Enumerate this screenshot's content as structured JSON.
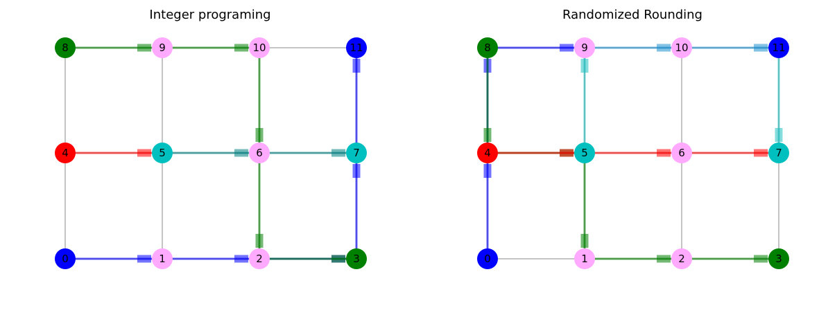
{
  "figure": {
    "panels": [
      {
        "id": "integer",
        "title": "Integer programing",
        "grid_edges": [
          [
            0,
            1
          ],
          [
            1,
            2
          ],
          [
            2,
            3
          ],
          [
            4,
            5
          ],
          [
            5,
            6
          ],
          [
            6,
            7
          ],
          [
            8,
            9
          ],
          [
            9,
            10
          ],
          [
            10,
            11
          ],
          [
            0,
            4
          ],
          [
            4,
            8
          ],
          [
            1,
            5
          ],
          [
            5,
            9
          ],
          [
            2,
            6
          ],
          [
            6,
            10
          ],
          [
            3,
            7
          ],
          [
            7,
            11
          ]
        ],
        "node_colors": {
          "0": "#0000ff",
          "1": "#ffaaff",
          "2": "#ffaaff",
          "3": "#008000",
          "4": "#ff0000",
          "5": "#00bfbf",
          "6": "#ffaaff",
          "7": "#00bfbf",
          "8": "#008000",
          "9": "#ffaaff",
          "10": "#ffaaff",
          "11": "#0000ff"
        },
        "paths": [
          {
            "color": "#0000ff",
            "edges": [
              [
                0,
                1
              ],
              [
                1,
                2
              ],
              [
                2,
                3
              ],
              [
                3,
                7
              ],
              [
                7,
                11
              ]
            ]
          },
          {
            "color": "#008000",
            "edges": [
              [
                8,
                9
              ],
              [
                9,
                10
              ],
              [
                10,
                6
              ],
              [
                6,
                2
              ],
              [
                2,
                3
              ]
            ]
          },
          {
            "color": "#ff0000",
            "edges": [
              [
                4,
                5
              ]
            ]
          },
          {
            "color": "#008080",
            "edges": [
              [
                5,
                6
              ],
              [
                6,
                7
              ]
            ]
          }
        ]
      },
      {
        "id": "rounding",
        "title": "Randomized Rounding",
        "grid_edges": [
          [
            0,
            1
          ],
          [
            1,
            2
          ],
          [
            2,
            3
          ],
          [
            4,
            5
          ],
          [
            5,
            6
          ],
          [
            6,
            7
          ],
          [
            8,
            9
          ],
          [
            9,
            10
          ],
          [
            10,
            11
          ],
          [
            0,
            4
          ],
          [
            4,
            8
          ],
          [
            1,
            5
          ],
          [
            5,
            9
          ],
          [
            2,
            6
          ],
          [
            6,
            10
          ],
          [
            3,
            7
          ],
          [
            7,
            11
          ]
        ],
        "node_colors": {
          "0": "#0000ff",
          "1": "#ffaaff",
          "2": "#ffaaff",
          "3": "#008000",
          "4": "#ff0000",
          "5": "#00bfbf",
          "6": "#ffaaff",
          "7": "#00bfbf",
          "8": "#008000",
          "9": "#ffaaff",
          "10": "#ffaaff",
          "11": "#0000ff"
        },
        "paths": [
          {
            "color": "#0000ff",
            "edges": [
              [
                0,
                4
              ],
              [
                4,
                8
              ],
              [
                8,
                9
              ]
            ]
          },
          {
            "color": "#008000",
            "edges": [
              [
                8,
                4
              ],
              [
                4,
                5
              ],
              [
                5,
                1
              ],
              [
                1,
                2
              ],
              [
                2,
                3
              ]
            ]
          },
          {
            "color": "#ff0000",
            "edges": [
              [
                4,
                5
              ],
              [
                5,
                6
              ],
              [
                6,
                7
              ]
            ]
          },
          {
            "color": "#1a8fd0",
            "edges": [
              [
                9,
                10
              ],
              [
                10,
                11
              ]
            ]
          },
          {
            "color": "#20c0c0",
            "edges": [
              [
                5,
                9
              ],
              [
                11,
                7
              ]
            ]
          }
        ]
      }
    ]
  }
}
